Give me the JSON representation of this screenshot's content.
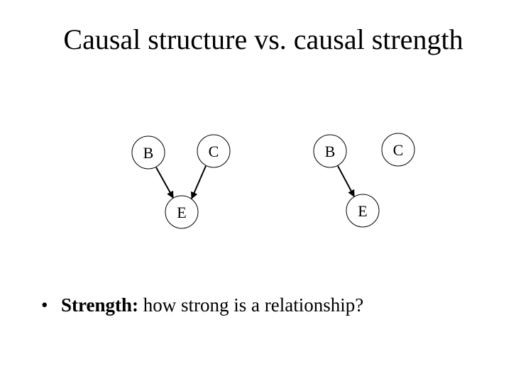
{
  "title": "Causal structure vs. causal strength",
  "diagrams": [
    {
      "nodes": {
        "B": "B",
        "C": "C",
        "E": "E"
      },
      "edges": [
        [
          "B",
          "E"
        ],
        [
          "C",
          "E"
        ]
      ]
    },
    {
      "nodes": {
        "B": "B",
        "C": "C",
        "E": "E"
      },
      "edges": [
        [
          "B",
          "E"
        ]
      ]
    }
  ],
  "bullet": {
    "marker": "•",
    "term": "Strength:",
    "text": " how strong is a relationship?"
  }
}
